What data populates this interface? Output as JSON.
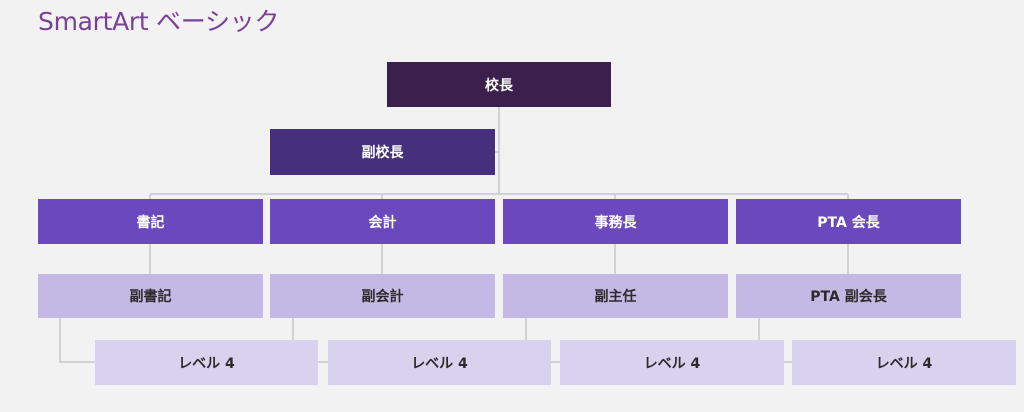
{
  "title": "SmartArt ベーシック",
  "nodes": {
    "principal": "校長",
    "vice_principal": "副校長",
    "secretary": "書記",
    "accounting": "会計",
    "director": "事務長",
    "pta_president": "PTA 会長",
    "vice_secretary": "副書記",
    "vice_accounting": "副会計",
    "vice_director": "副主任",
    "pta_vice_president": "PTA 副会長",
    "level4": [
      "レベル 4",
      "レベル 4",
      "レベル 4",
      "レベル 4"
    ]
  },
  "colors": {
    "title": "#7a3f96",
    "level1": "#3b1f4d",
    "assistant": "#46307e",
    "level2": "#6a48bd",
    "level3": "#c4b8e4",
    "level4": "#d9d2ef",
    "connector": "#c8c8c8"
  }
}
